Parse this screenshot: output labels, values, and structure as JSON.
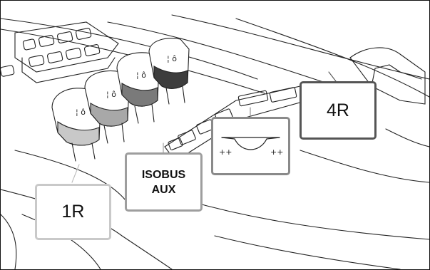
{
  "callouts": {
    "one_r": "1R",
    "isobus_line1": "ISOBUS",
    "isobus_line2": "AUX",
    "four_r": "4R",
    "marker_left": "++",
    "marker_right": "++"
  }
}
